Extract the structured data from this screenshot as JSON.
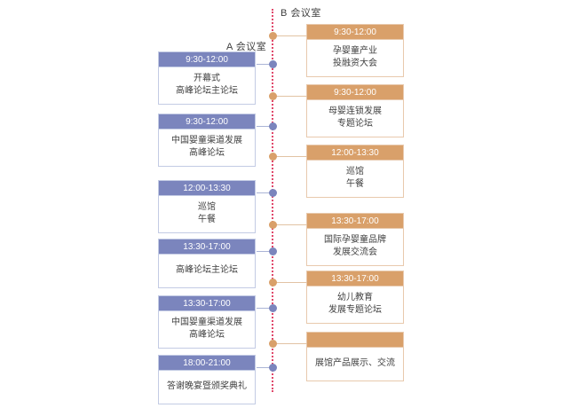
{
  "headers": {
    "left": "A 会议室",
    "right": "B 会议室"
  },
  "colors": {
    "blue_header": "#7b85bd",
    "blue_border": "#c3cbe4",
    "orange_header": "#d9a06a",
    "orange_border": "#e8c9ad",
    "axis_line": "#e0486b",
    "card_text": "#3f3f3f"
  },
  "left_events": [
    {
      "time": "9:30-12:00",
      "lines": [
        "开幕式",
        "高峰论坛主论坛"
      ]
    },
    {
      "time": "9:30-12:00",
      "lines": [
        "中国婴童渠道发展",
        "高峰论坛"
      ]
    },
    {
      "time": "12:00-13:30",
      "lines": [
        "巡馆",
        "午餐"
      ]
    },
    {
      "time": "13:30-17:00",
      "lines": [
        "高峰论坛主论坛"
      ]
    },
    {
      "time": "13:30-17:00",
      "lines": [
        "中国婴童渠道发展",
        "高峰论坛"
      ]
    },
    {
      "time": "18:00-21:00",
      "lines": [
        "答谢晚宴暨颁奖典礼"
      ]
    }
  ],
  "right_events": [
    {
      "time": "9:30-12:00",
      "lines": [
        "孕婴童产业",
        "投融资大会"
      ]
    },
    {
      "time": "9:30-12:00",
      "lines": [
        "母婴连锁发展",
        "专题论坛"
      ]
    },
    {
      "time": "12:00-13:30",
      "lines": [
        "巡馆",
        "午餐"
      ]
    },
    {
      "time": "13:30-17:00",
      "lines": [
        "国际孕婴童品牌",
        "发展交流会"
      ]
    },
    {
      "time": "13:30-17:00",
      "lines": [
        "幼儿教育",
        "发展专题论坛"
      ]
    },
    {
      "time": "",
      "lines": [
        "展馆产品展示、交流"
      ]
    }
  ]
}
